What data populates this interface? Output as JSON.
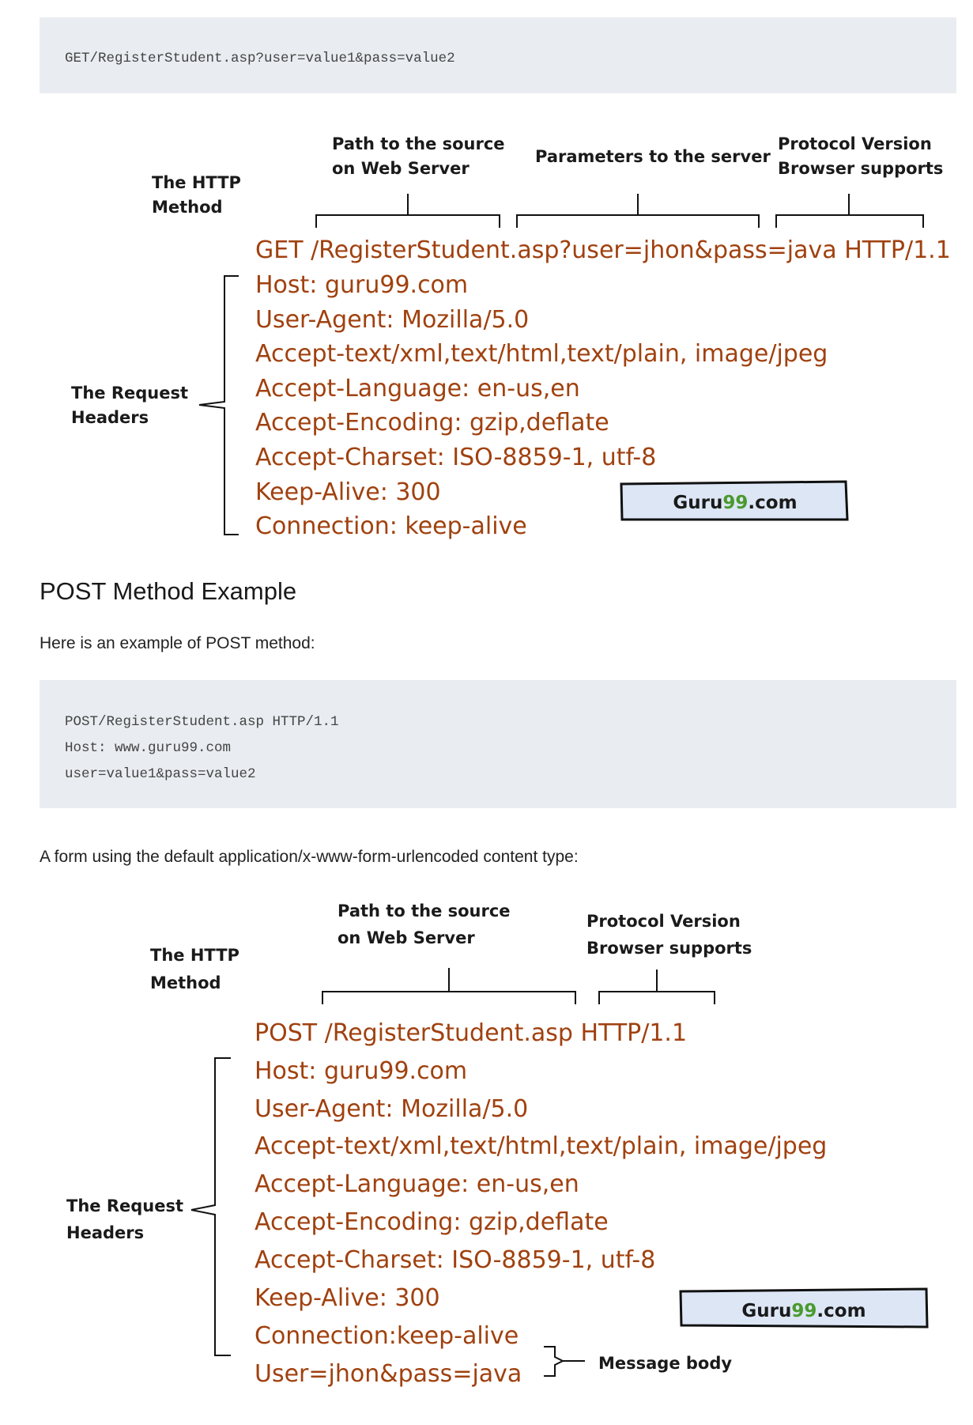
{
  "code_block_1": {
    "lines": [
      "GET/RegisterStudent.asp?user=value1&pass=value2"
    ]
  },
  "diagram_get": {
    "label_path_1": "Path to the source",
    "label_path_2": "on Web Server",
    "label_params": "Parameters to the server",
    "label_protocol_1": "Protocol Version",
    "label_protocol_2": "Browser supports",
    "label_method_1": "The HTTP",
    "label_method_2": "Method",
    "label_headers_1": "The Request",
    "label_headers_2": "Headers",
    "lines": [
      "GET /RegisterStudent.asp?user=jhon&pass=java HTTP/1.1",
      "Host: guru99.com",
      "User-Agent: Mozilla/5.0",
      "Accept-text/xml,text/html,text/plain, image/jpeg",
      "Accept-Language: en-us,en",
      "Accept-Encoding: gzip,deflate",
      "Accept-Charset: ISO-8859-1, utf-8",
      "Keep-Alive: 300",
      "Connection: keep-alive"
    ],
    "badge_prefix": "Guru",
    "badge_accent": "99",
    "badge_suffix": ".com"
  },
  "post_section": {
    "heading": "POST Method Example",
    "intro": "Here is an example of POST method:"
  },
  "code_block_2": {
    "lines": [
      "POST/RegisterStudent.asp HTTP/1.1",
      "Host: www.guru99.com",
      "user=value1&pass=value2"
    ]
  },
  "form_note": "A form using the default application/x-www-form-urlencoded content type:",
  "diagram_post": {
    "label_path_1": "Path to the source",
    "label_path_2": "on Web Server",
    "label_protocol_1": "Protocol Version",
    "label_protocol_2": "Browser supports",
    "label_method_1": "The HTTP",
    "label_method_2": "Method",
    "label_headers_1": "The Request",
    "label_headers_2": "Headers",
    "label_body": "Message body",
    "lines": [
      "POST /RegisterStudent.asp HTTP/1.1",
      "Host: guru99.com",
      "User-Agent: Mozilla/5.0",
      "Accept-text/xml,text/html,text/plain, image/jpeg",
      "Accept-Language: en-us,en",
      "Accept-Encoding: gzip,deflate",
      "Accept-Charset: ISO-8859-1, utf-8",
      "Keep-Alive: 300",
      "Connection:keep-alive",
      "User=jhon&pass=java"
    ],
    "badge_prefix": "Guru",
    "badge_accent": "99",
    "badge_suffix": ".com"
  },
  "colors": {
    "request_text": "#a0410f",
    "code_background": "#e9ecf0",
    "badge_fill": "#dce6f5",
    "badge_accent": "#4a9a2e"
  }
}
